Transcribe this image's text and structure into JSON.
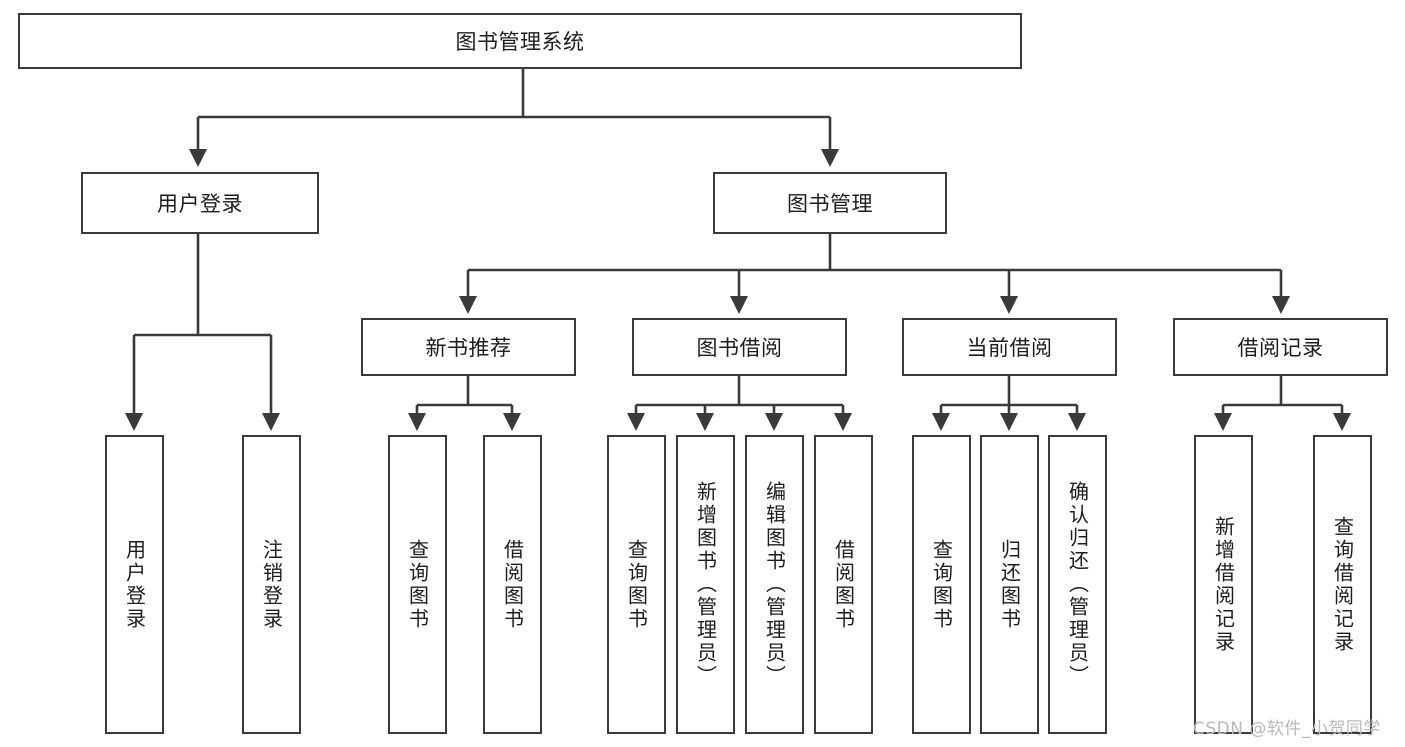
{
  "diagram": {
    "title": "图书管理系统",
    "type": "hierarchy-tree",
    "orientation": "top-down",
    "root": {
      "id": "root",
      "label": "图书管理系统"
    },
    "level2": [
      {
        "id": "user-login",
        "label": "用户登录"
      },
      {
        "id": "book-management",
        "label": "图书管理"
      }
    ],
    "level3": [
      {
        "id": "new-book-recommend",
        "label": "新书推荐",
        "parent": "book-management"
      },
      {
        "id": "book-borrow",
        "label": "图书借阅",
        "parent": "book-management"
      },
      {
        "id": "current-borrow",
        "label": "当前借阅",
        "parent": "book-management"
      },
      {
        "id": "borrow-record",
        "label": "借阅记录",
        "parent": "book-management"
      }
    ],
    "leaves": [
      {
        "id": "leaf-user-login",
        "label": "用户登录",
        "parent": "user-login"
      },
      {
        "id": "leaf-logout",
        "label": "注销登录",
        "parent": "user-login"
      },
      {
        "id": "leaf-query-book-1",
        "label": "查询图书",
        "parent": "new-book-recommend"
      },
      {
        "id": "leaf-borrow-book-1",
        "label": "借阅图书",
        "parent": "new-book-recommend"
      },
      {
        "id": "leaf-query-book-2",
        "label": "查询图书",
        "parent": "book-borrow"
      },
      {
        "id": "leaf-add-book",
        "label": "新增图书（管理员）",
        "parent": "book-borrow"
      },
      {
        "id": "leaf-edit-book",
        "label": "编辑图书（管理员）",
        "parent": "book-borrow"
      },
      {
        "id": "leaf-borrow-book-2",
        "label": "借阅图书",
        "parent": "book-borrow"
      },
      {
        "id": "leaf-query-book-3",
        "label": "查询图书",
        "parent": "current-borrow"
      },
      {
        "id": "leaf-return-book",
        "label": "归还图书",
        "parent": "current-borrow"
      },
      {
        "id": "leaf-confirm-return",
        "label": "确认归还（管理员）",
        "parent": "current-borrow"
      },
      {
        "id": "leaf-add-record",
        "label": "新增借阅记录",
        "parent": "borrow-record"
      },
      {
        "id": "leaf-query-record",
        "label": "查询借阅记录",
        "parent": "borrow-record"
      }
    ],
    "watermark": "CSDN @软件_小贺同学",
    "colors": {
      "stroke": "#3a3a3a",
      "fill": "#ffffff",
      "text": "#1d1d1d",
      "watermark": "#b9b9b9"
    }
  }
}
